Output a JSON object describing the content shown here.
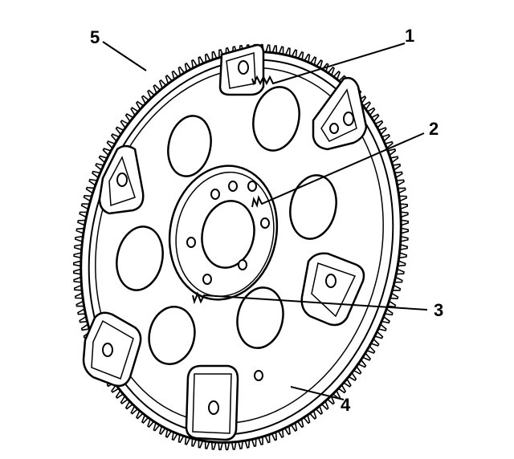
{
  "figure": {
    "labels": [
      {
        "id": "1",
        "text": "1"
      },
      {
        "id": "2",
        "text": "2"
      },
      {
        "id": "3",
        "text": "3"
      },
      {
        "id": "4",
        "text": "4"
      },
      {
        "id": "5",
        "text": "5"
      }
    ],
    "colors": {
      "ink": "#000000",
      "paper": "#ffffff"
    }
  }
}
